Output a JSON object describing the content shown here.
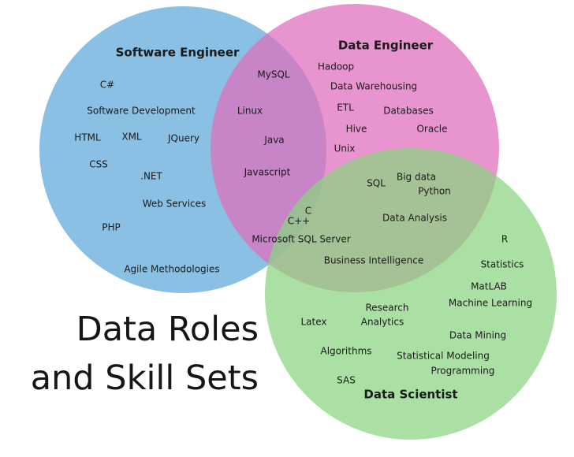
{
  "heading": {
    "line1": "Data Roles",
    "line2": "and Skill Sets"
  },
  "colors": {
    "software_engineer": "#5ba8d8",
    "data_engineer": "#df6cbd",
    "data_scientist": "#8ad481",
    "text": "#1a1a1a"
  },
  "circles": [
    {
      "id": "software-engineer",
      "title": "Software Engineer",
      "color": "#5ba8d8",
      "skills": [
        "C#",
        "Software Development",
        "HTML",
        "XML",
        "JQuery",
        "CSS",
        ".NET",
        "Web Services",
        "PHP",
        "Agile Methodologies"
      ]
    },
    {
      "id": "data-engineer",
      "title": "Data Engineer",
      "color": "#df6cbd",
      "skills": [
        "Hadoop",
        "Data Warehousing",
        "ETL",
        "Databases",
        "Hive",
        "Oracle",
        "Unix"
      ]
    },
    {
      "id": "data-scientist",
      "title": "Data Scientist",
      "color": "#8ad481",
      "skills": [
        "R",
        "Statistics",
        "MatLAB",
        "Machine Learning",
        "Research",
        "Analytics",
        "Latex",
        "Data Mining",
        "Algorithms",
        "Statistical Modeling",
        "Programming",
        "SAS"
      ]
    }
  ],
  "overlaps": {
    "software_and_data_engineer": [
      "MySQL",
      "Linux",
      "Java",
      "Javascript"
    ],
    "data_engineer_and_data_scientist": [
      "SQL",
      "Big data",
      "Python",
      "Data Analysis",
      "Business Intelligence"
    ],
    "all_three": [
      "C",
      "C++",
      "Microsoft SQL Server"
    ]
  }
}
